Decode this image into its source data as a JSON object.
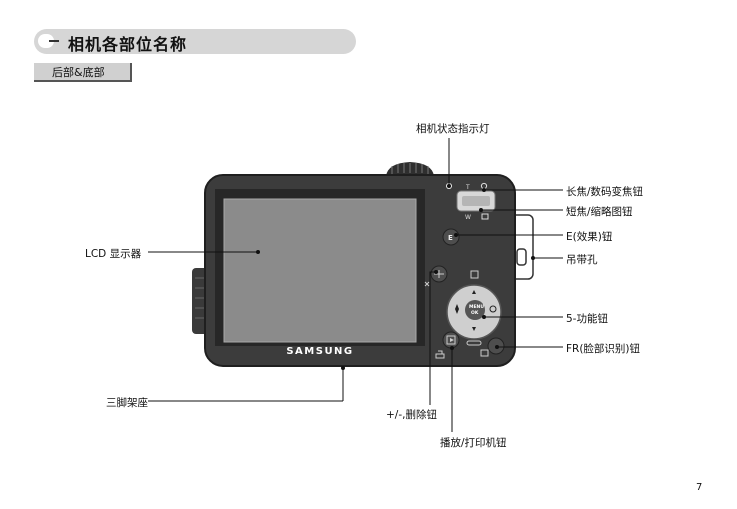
{
  "page": {
    "title": "相机各部位名称",
    "section": "后部&底部",
    "page_number": "7"
  },
  "camera": {
    "brand": "SAMSUNG",
    "zoom_t": "T",
    "zoom_w": "W",
    "e_button": "E",
    "menu_top": "MENU",
    "menu_bottom": "OK"
  },
  "labels": {
    "status_lamp": "相机状态指示灯",
    "zoom_tele": "长焦/数码变焦钮",
    "zoom_wide": "短焦/缩略图钮",
    "effect_button": "E(效果)钮",
    "strap_eyelet": "吊带孔",
    "lcd": "LCD 显示器",
    "five_function": "5-功能钮",
    "fr_button": "FR(脸部识别)钮",
    "tripod": "三脚架座",
    "delete_button": "+/-,删除钮",
    "play_print": "播放/打印机钮"
  },
  "colors": {
    "body": "#3c3c3c",
    "screen": "#8b8b8b",
    "title_bar": "#d6d6d6"
  }
}
